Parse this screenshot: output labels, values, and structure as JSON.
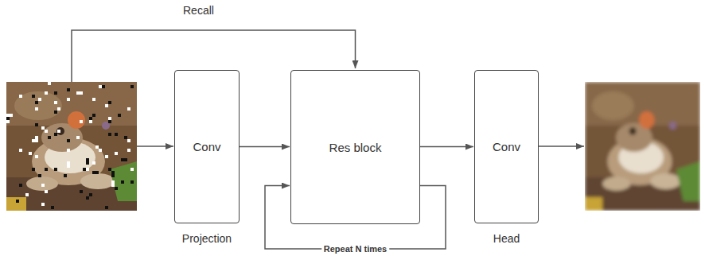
{
  "diagram": {
    "nodes": [
      {
        "text": [
          "Conv",
          "Projection"
        ]
      },
      {
        "text": [
          "Res block"
        ]
      },
      {
        "text": [
          "Conv",
          "Head"
        ]
      }
    ],
    "edges": [
      {
        "from": 0,
        "to": 1,
        "arrow": "to"
      },
      {
        "from": 1,
        "to": 2,
        "arrow": "to"
      },
      {
        "from": 1,
        "to": 1,
        "label": "Repeat N times",
        "arrow": "to"
      }
    ],
    "labels": [
      "Recall"
    ]
  }
}
